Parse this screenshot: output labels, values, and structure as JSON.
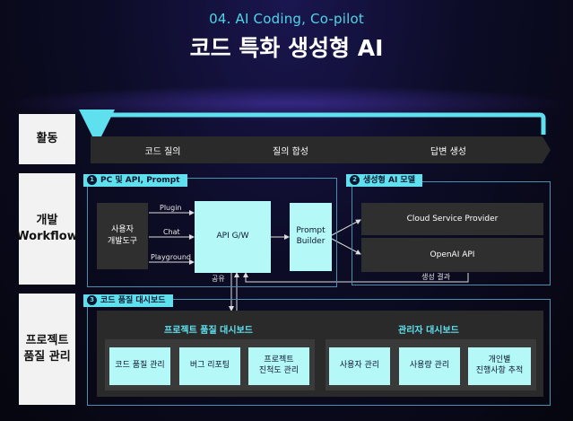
{
  "header": {
    "subtitle": "04. AI Coding, Co-pilot",
    "title": "코드 특화 생성형 AI"
  },
  "rows": {
    "activity": "활동",
    "workflow": "개발\nWorkflow",
    "quality": "프로젝트\n품질 관리"
  },
  "activity_steps": [
    "코드 질의",
    "질의 합성",
    "답변 생성"
  ],
  "sections": {
    "pc_api": {
      "num": "1",
      "label": "PC 및 API, Prompt"
    },
    "gen_ai": {
      "num": "2",
      "label": "생성형 AI 모델"
    },
    "dashboard": {
      "num": "3",
      "label": "코드 품질 대시보드"
    }
  },
  "workflow": {
    "user_tool": "사용자\n개발도구",
    "edges": [
      "Plugin",
      "Chat",
      "Playground"
    ],
    "api_gw": "API G/W",
    "share": "공유",
    "prompt_builder": "Prompt\nBuilder",
    "cloud": "Cloud Service Provider",
    "openai": "OpenAI API",
    "result": "생성 결과"
  },
  "dashboard": {
    "project_title": "프로젝트 품질 대시보드",
    "project_items": [
      "코드 품질 관리",
      "버그 리포팅",
      "프로젝트\n진척도 관리"
    ],
    "admin_title": "관리자 대시보드",
    "admin_items": [
      "사용자 관리",
      "사용량 관리",
      "개인별\n진행사항 추적"
    ]
  },
  "colors": {
    "accent": "#5fe0ee",
    "light_box": "#b5f8f8",
    "dark_box": "#2f2f2f"
  }
}
